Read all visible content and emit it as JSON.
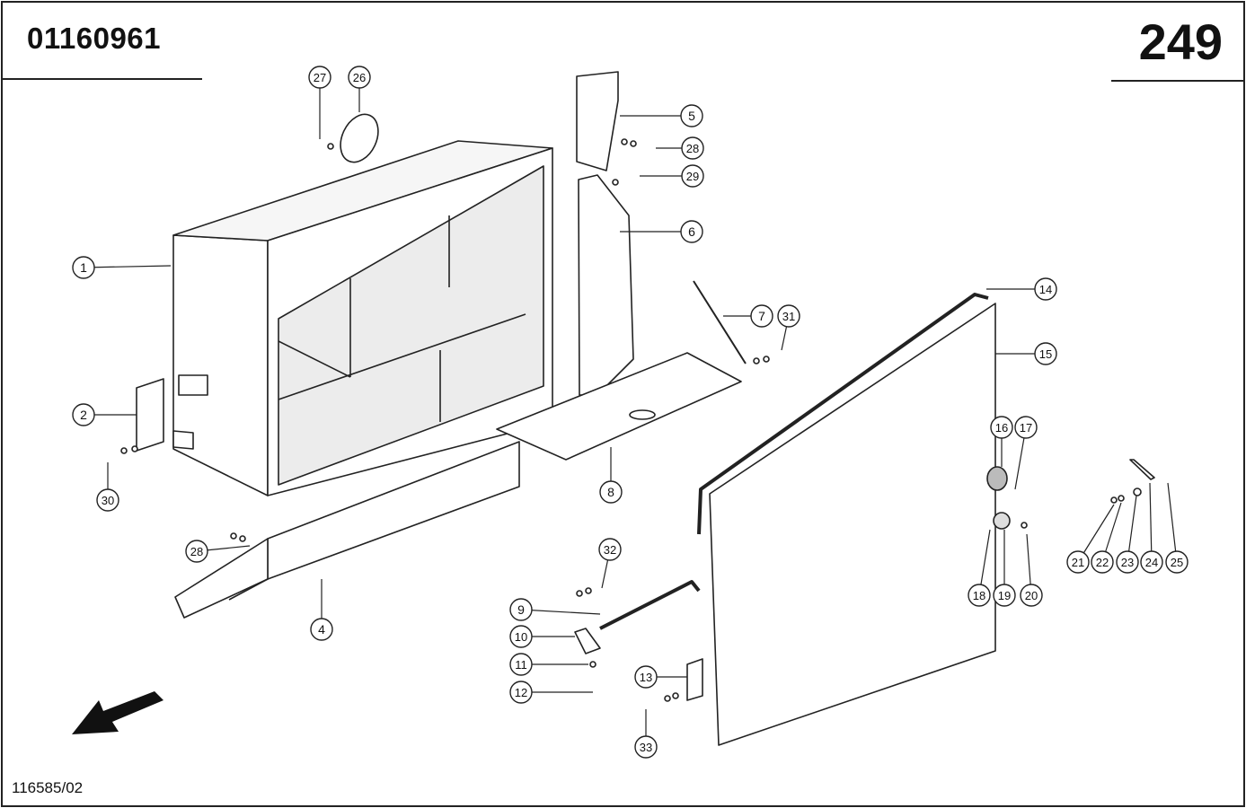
{
  "header": {
    "document_number": "01160961",
    "page_number": "249"
  },
  "footer": {
    "drawing_reference": "116585/02"
  },
  "callouts": [
    {
      "label": "1"
    },
    {
      "label": "2"
    },
    {
      "label": "4"
    },
    {
      "label": "5"
    },
    {
      "label": "6"
    },
    {
      "label": "7"
    },
    {
      "label": "8"
    },
    {
      "label": "9"
    },
    {
      "label": "10"
    },
    {
      "label": "11"
    },
    {
      "label": "12"
    },
    {
      "label": "13"
    },
    {
      "label": "14"
    },
    {
      "label": "15"
    },
    {
      "label": "16"
    },
    {
      "label": "17"
    },
    {
      "label": "18"
    },
    {
      "label": "19"
    },
    {
      "label": "20"
    },
    {
      "label": "21"
    },
    {
      "label": "22"
    },
    {
      "label": "23"
    },
    {
      "label": "24"
    },
    {
      "label": "25"
    },
    {
      "label": "26"
    },
    {
      "label": "27"
    },
    {
      "label": "28"
    },
    {
      "label": "28"
    },
    {
      "label": "29"
    },
    {
      "label": "30"
    },
    {
      "label": "31"
    },
    {
      "label": "32"
    },
    {
      "label": "33"
    }
  ]
}
